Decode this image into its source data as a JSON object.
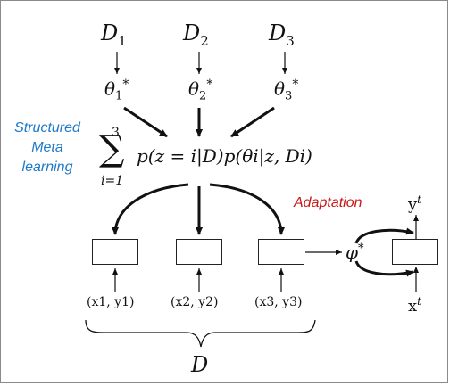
{
  "datasets": [
    {
      "symbol": "D",
      "index": "1"
    },
    {
      "symbol": "D",
      "index": "2"
    },
    {
      "symbol": "D",
      "index": "3"
    }
  ],
  "thetas": [
    {
      "symbol": "θ",
      "index": "1",
      "sup": "*"
    },
    {
      "symbol": "θ",
      "index": "2",
      "sup": "*"
    },
    {
      "symbol": "θ",
      "index": "3",
      "sup": "*"
    }
  ],
  "side_label": {
    "line1": "Structured",
    "line2": "Meta",
    "line3": "learning"
  },
  "formula": {
    "sum": "∑",
    "upper": "3",
    "lower": "i=1",
    "body": "p(z = i|D)p(θi|z, Di)"
  },
  "adaptation_label": "Adaptation",
  "pairs": [
    "(x1, y1)",
    "(x2, y2)",
    "(x3, y3)"
  ],
  "brace_label": "D",
  "phi": {
    "symbol": "φ",
    "sup": "*"
  },
  "output": {
    "symbol": "y",
    "sup": "t"
  },
  "input": {
    "symbol": "x",
    "sup": "t"
  }
}
